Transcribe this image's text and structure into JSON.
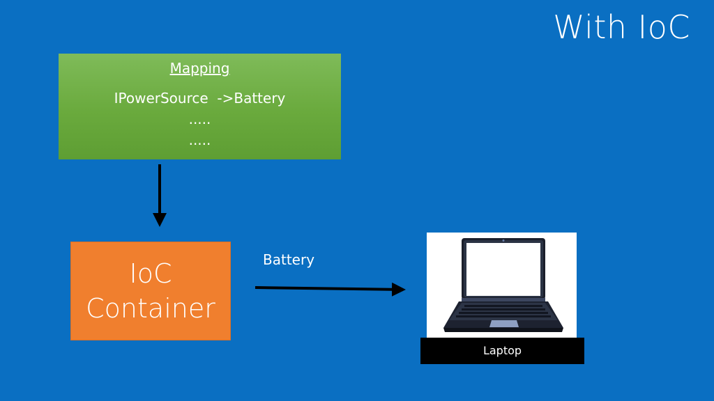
{
  "title": "With IoC",
  "mapping": {
    "heading": "Mapping",
    "lines": [
      "IPowerSource  ->Battery",
      ".....",
      "....."
    ]
  },
  "ioc_container": {
    "line1": "IoC",
    "line2": "Container"
  },
  "arrow_label": "Battery",
  "laptop": {
    "caption": "Laptop",
    "icon": "laptop-icon"
  },
  "colors": {
    "background": "#0a6fc2",
    "mapping_box": "#6aaa3d",
    "ioc_box": "#f07f2e",
    "arrow": "#000000",
    "caption_bar": "#000000"
  }
}
